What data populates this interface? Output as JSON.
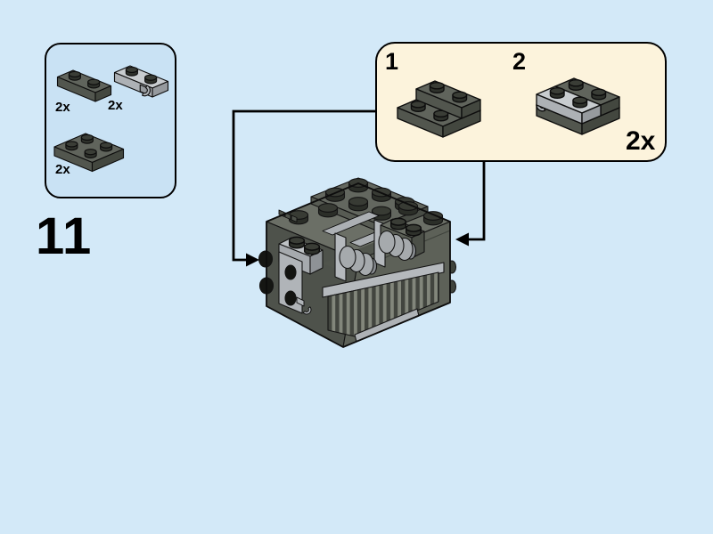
{
  "page": {
    "type": "lego-instruction-step",
    "background": "#D3E9F8"
  },
  "step": {
    "number": "11"
  },
  "parts_box": {
    "background": "#C9E2F4",
    "items": [
      {
        "part": "plate-1x2-dark-gray",
        "count": "2x"
      },
      {
        "part": "plate-1x2-with-clip-light-gray",
        "count": "2x"
      },
      {
        "part": "plate-2x2-dark-gray",
        "count": "2x"
      }
    ]
  },
  "callout": {
    "background": "#FCF3DC",
    "count": "2x",
    "sub_steps": [
      {
        "label": "1",
        "part": "plate-2x2-dark-gray-with-plate-1x2-dark-gray-on-back-row"
      },
      {
        "label": "2",
        "part": "same-assembly-plus-plate-1x2-with-clip-light-gray-on-front-row"
      }
    ]
  },
  "model": {
    "subject": "dark-gray-brick-assembly-with-front-grille",
    "arrows": [
      "left-arrow-into-model",
      "right-arrow-into-model"
    ]
  },
  "colors": {
    "dark_gray": "#5D615A",
    "light_gray": "#B2B6BA",
    "outline": "#000000",
    "callout_bg": "#FCF3DC",
    "parts_box_bg": "#C9E2F4",
    "page_bg": "#D3E9F8"
  }
}
